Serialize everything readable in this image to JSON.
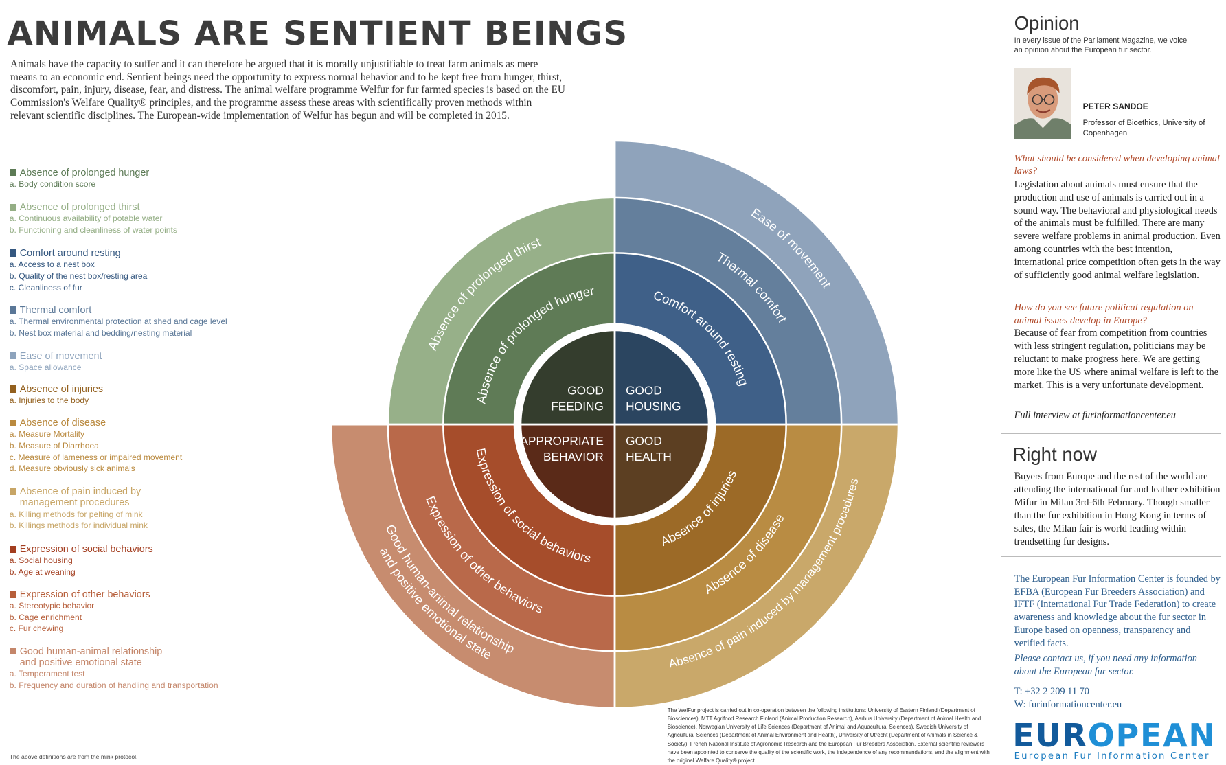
{
  "title": "ANIMALS ARE SENTIENT BEINGS",
  "intro": "Animals have the capacity to suffer and it can therefore be argued that it is morally unjustifiable to treat farm animals as mere means to an economic end. Sentient beings need the opportunity to express normal behavior and to be kept free from hunger, thirst, discomfort, pain, injury, disease, fear, and distress. The animal welfare programme Welfur for fur farmed species is based on the EU Commission's Welfare Quality® principles, and the programme assess these areas with scientifically proven methods within relevant scientific disciplines. The European-wide implementation of Welfur has begun and will be completed in 2015.",
  "criteria": [
    {
      "heading": "Absence of prolonged hunger",
      "color": "#5c7a55",
      "items": [
        "a. Body condition score"
      ]
    },
    {
      "heading": "Absence of prolonged thirst",
      "color": "#94ae85",
      "items": [
        "a. Continuous availability of potable water",
        "b. Functioning and cleanliness of water points"
      ]
    },
    {
      "heading": "Comfort around resting",
      "color": "#34577f",
      "items": [
        "a. Access to a nest box",
        "b. Quality of the nest box/resting area",
        "c. Cleanliness of fur"
      ]
    },
    {
      "heading": "Thermal comfort",
      "color": "#5a7797",
      "items": [
        "a. Thermal environmental protection at shed and cage level",
        "b. Nest box material and bedding/nesting material"
      ]
    },
    {
      "heading": "Ease of movement",
      "color": "#8da3bc",
      "items": [
        "a. Space allowance"
      ]
    },
    {
      "heading": "Absence of injuries",
      "color": "#93601e",
      "items": [
        "a. Injuries to the body"
      ]
    },
    {
      "heading": "Absence of disease",
      "color": "#b9893e",
      "items": [
        "a. Measure Mortality",
        "b. Measure of Diarrhoea",
        "c. Measure of lameness or impaired movement",
        "d. Measure obviously sick animals"
      ]
    },
    {
      "heading": "Absence of pain induced by management procedures",
      "color": "#c7a566",
      "items": [
        "a. Killing methods for pelting of mink",
        "b. Killings methods for individual mink"
      ]
    },
    {
      "heading": "Expression of social behaviors",
      "color": "#a33e20",
      "items": [
        "a. Social housing",
        "b. Age at weaning"
      ]
    },
    {
      "heading": "Expression of other behaviors",
      "color": "#b65e3a",
      "items": [
        "a. Stereotypic behavior",
        "b. Cage enrichment",
        "c. Fur chewing"
      ]
    },
    {
      "heading": "Good human-animal relationship and positive emotional state",
      "color": "#c4866a",
      "items": [
        "a. Temperament test",
        "b. Frequency and duration of handling and transportation"
      ]
    }
  ],
  "footnote": "The above definitions are from the mink protocol.",
  "credits": "The WelFur project is carried out in co-operation between the following institutions: University of Eastern Finland (Department of Biosciences), MTT Agrifood Research Finland (Animal Production Research), Aarhus University (Department of Animal Health and Bioscience), Norwegian University of Life Sciences (Department of Animal and Aquacultural Sciences), Swedish University of Agricultural Sciences (Department of Animal Environment and Health), University of Utrecht (Department of Animals in Science & Society), French National Institute of Agronomic Research and the European Fur Breeders Association. External scientific reviewers have been appointed to conserve the quality of the scientific work, the independence of any recommendations, and the alignment with the original Welfare Quality® project.",
  "wheel": {
    "principles": [
      {
        "lines": [
          "GOOD",
          "FEEDING"
        ],
        "color": "#343d2d"
      },
      {
        "lines": [
          "GOOD",
          "HOUSING"
        ],
        "color": "#2b4560"
      },
      {
        "lines": [
          "GOOD",
          "HEALTH"
        ],
        "color": "#5c3f22"
      },
      {
        "lines": [
          "APPROPRIATE",
          "BEHAVIOR"
        ],
        "color": "#5a2a18"
      }
    ],
    "feeding": [
      {
        "label": "Absence of prolonged hunger",
        "color": "#5f7b56"
      },
      {
        "label": "Absence of prolonged thirst",
        "color": "#97b089"
      }
    ],
    "housing": [
      {
        "label": "Comfort around resting",
        "color": "#3f6088"
      },
      {
        "label": "Thermal comfort",
        "color": "#647f9c"
      },
      {
        "label": "Ease of movement",
        "color": "#8fa3bb"
      }
    ],
    "health": [
      {
        "label": "Absence of injuries",
        "color": "#9c6a27"
      },
      {
        "label": "Absence of disease",
        "color": "#b98c43"
      },
      {
        "label": "Absence of pain induced by management procedures",
        "color": "#c9a86a"
      }
    ],
    "behavior": [
      {
        "label": "Expression of social behaviors",
        "color": "#a64d2b"
      },
      {
        "label": "Expression of other behaviors",
        "color": "#b9694a"
      },
      {
        "label": "Good human-animal relationship",
        "label2": "and positive emotional state",
        "color": "#c78c6f"
      }
    ]
  },
  "opinion": {
    "title": "Opinion",
    "description": "In every issue of the Parliament Magazine, we voice an opinion about the European fur sector.",
    "person_name": "PETER SANDOE",
    "person_title": "Professor of Bioethics, University of Copenhagen",
    "q1": "What should be considered when developing animal laws?",
    "a1": "Legislation about animals must ensure that the production and use of animals is carried out in a sound way. The behavioral and physiological needs of the animals must be fulfilled. There are many severe welfare problems in animal production. Even among countries with the best intention, international price competition often gets in the way of sufficiently good animal welfare legislation.",
    "q2": "How do you see future political regulation on animal issues develop in Europe?",
    "a2": "Because of fear from competition from countries with less stringent regulation, politicians may be reluctant to make progress here. We are getting more like the US where animal welfare is left to the market. This is a very unfortunate development.",
    "link": "Full interview at furinformationcenter.eu"
  },
  "right_now": {
    "title": "Right now",
    "body": "Buyers from Europe and the rest of the world are attending the international fur and leather exhibition Mifur in Milan 3rd-6th February. Though smaller than the fur exhibition in Hong Kong in terms of sales, the Milan fair is world leading within trendsetting fur designs."
  },
  "efic": {
    "description": "The European Fur Information Center is founded by EFBA (European Fur Breeders Association) and IFTF (International Fur Trade Federation) to create awareness and knowledge about the fur sector in Europe based on openness, transparency and verified facts.",
    "contact": "Please contact us, if you need any information about the European fur sector.",
    "phone": "T:   +32 2 209 11 70",
    "web": "W:  furinformationcenter.eu",
    "logo_part1": "EUR",
    "logo_part2": "OPEAN",
    "logo_sub": "European Fur Information Center"
  }
}
